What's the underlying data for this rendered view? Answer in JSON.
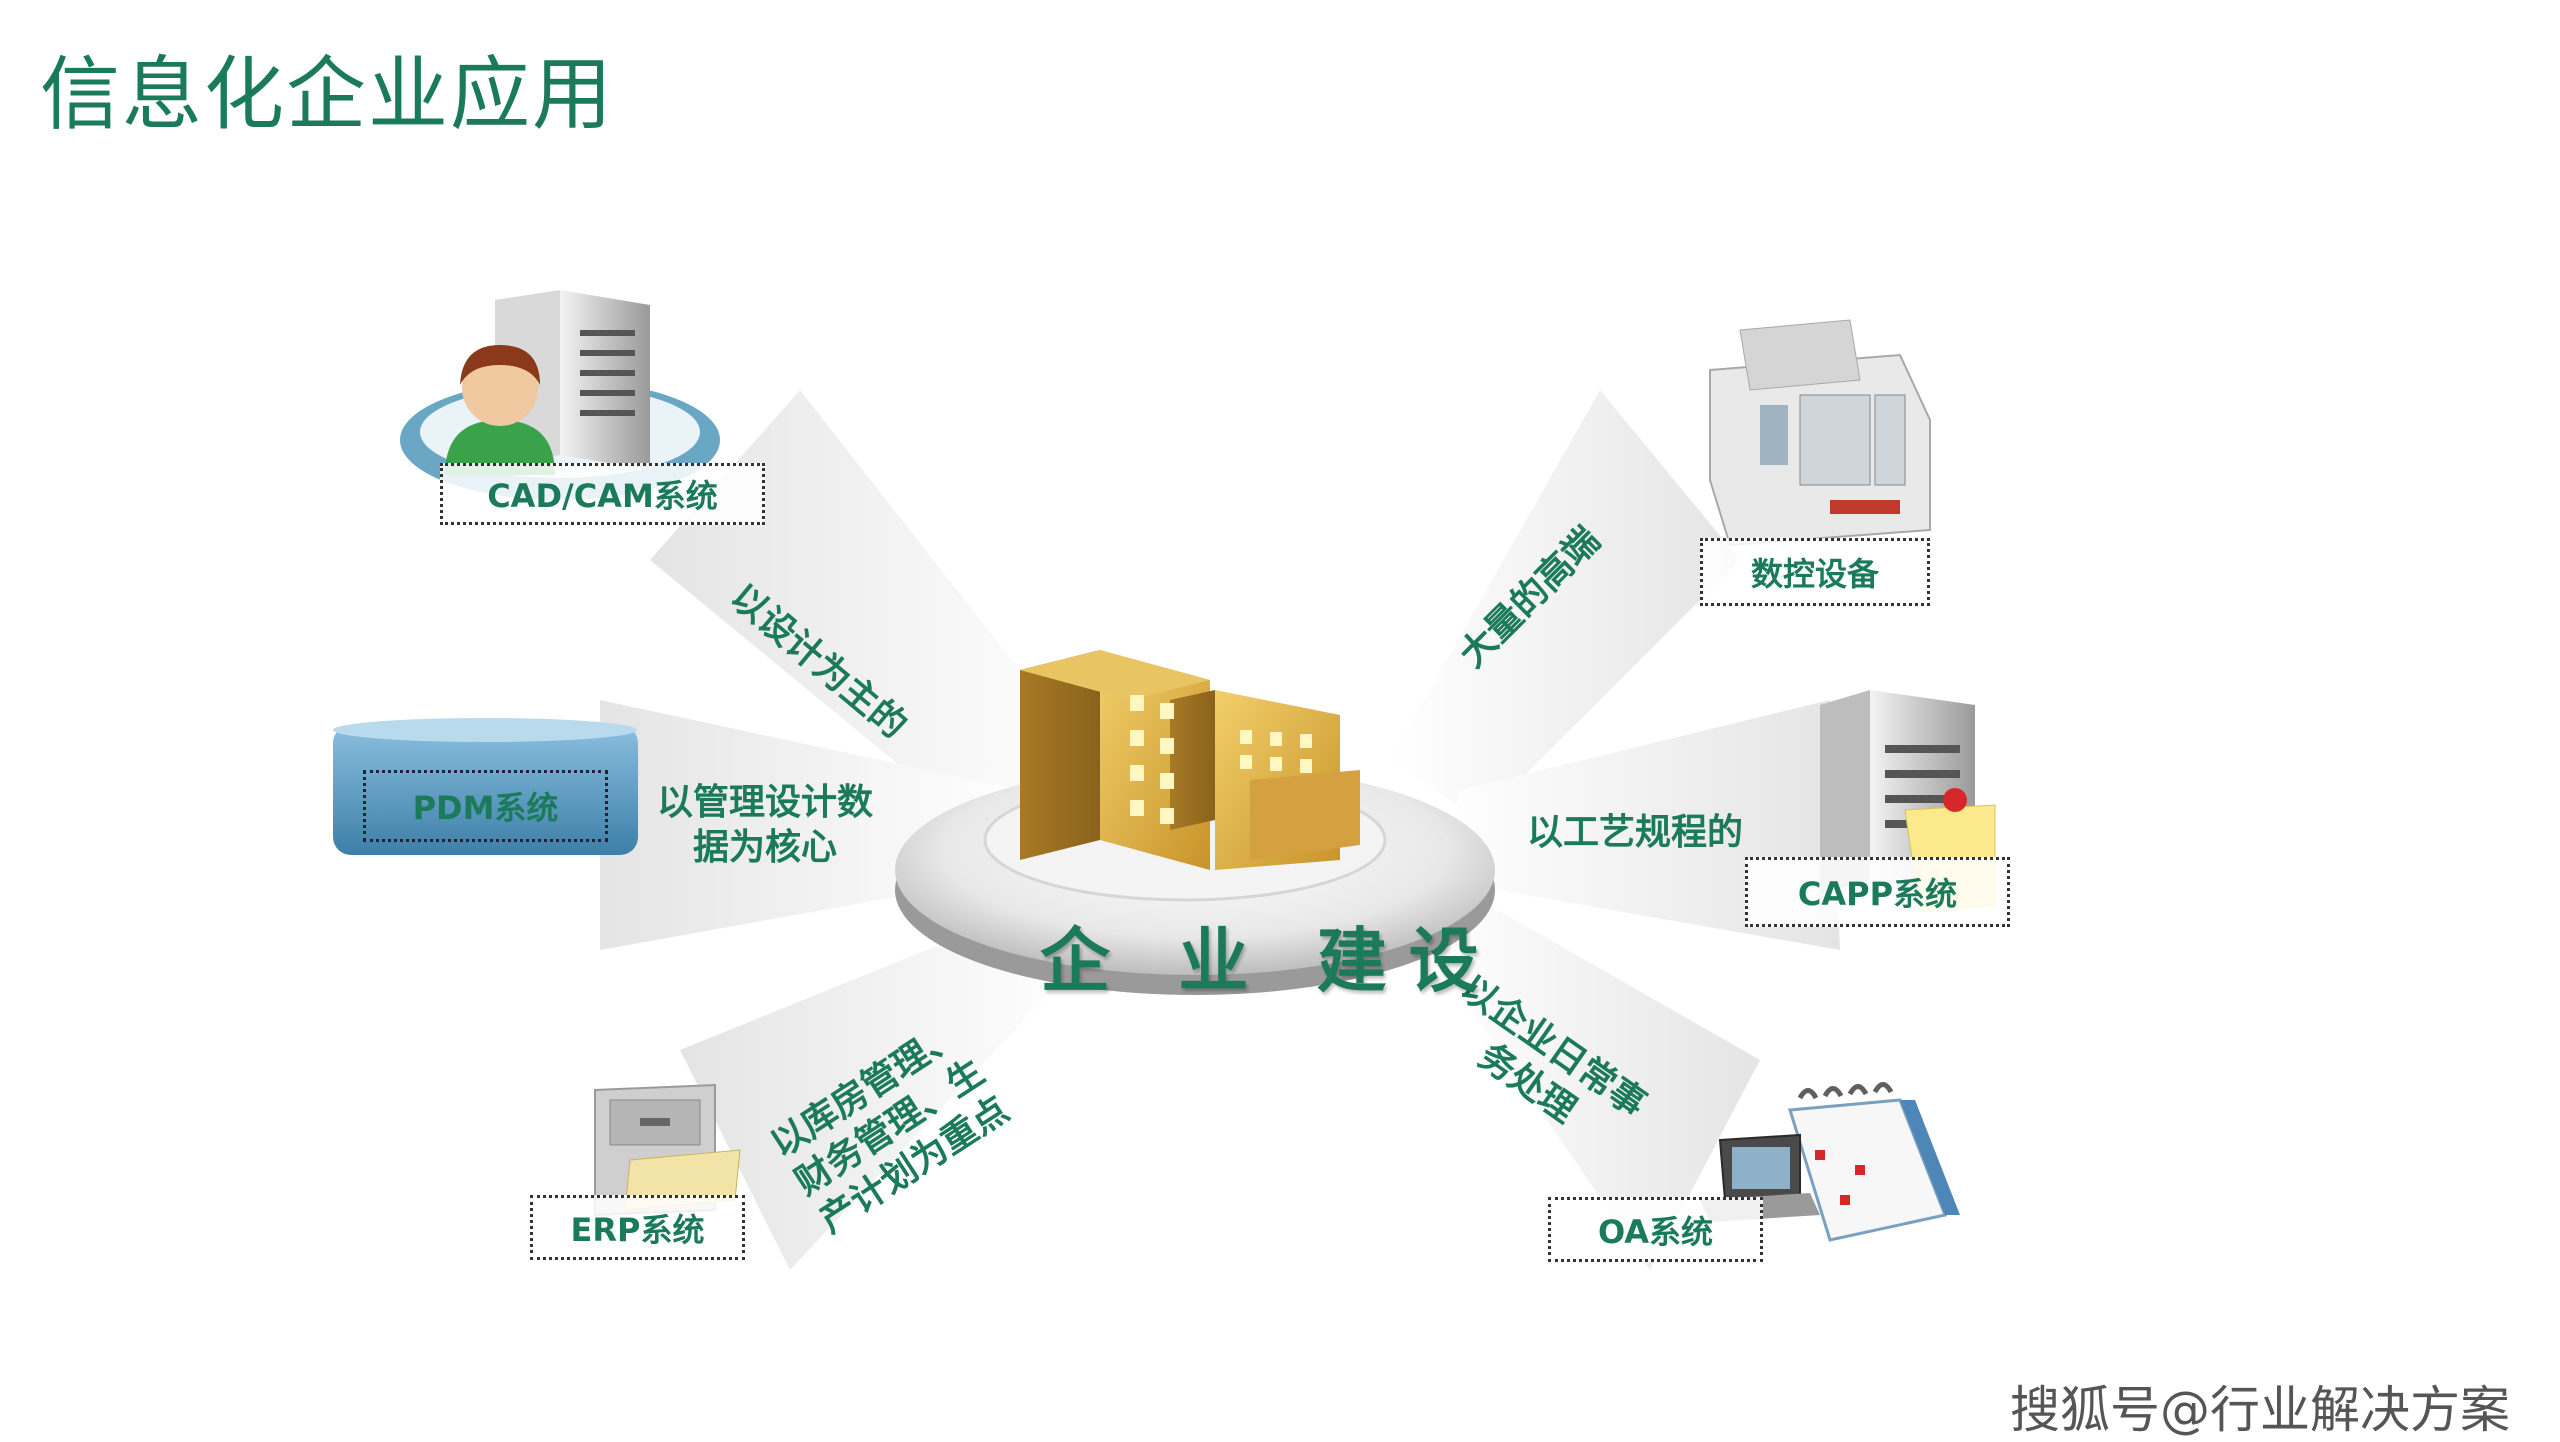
{
  "title": "信息化企业应用",
  "center": {
    "label": "企 业 建设"
  },
  "systems": {
    "cad": "CAD/CAM系统",
    "pdm": "PDM系统",
    "erp": "ERP系统",
    "cnc": "数控设备",
    "capp": "CAPP系统",
    "oa": "OA系统"
  },
  "beams": {
    "cad": "以设计为主的",
    "pdm": "以管理设计数\n据为核心",
    "erp": "以库房管理、\n财务管理、生\n产计划为重点",
    "cnc": "大量的高端",
    "capp": "以工艺规程的",
    "oa": "以企业日常事\n务处理"
  },
  "watermark": "搜狐号@行业解决方案",
  "colors": {
    "accent": "#1a7a5a",
    "building": "#d9a53a",
    "beam": "#e6e6e6"
  }
}
